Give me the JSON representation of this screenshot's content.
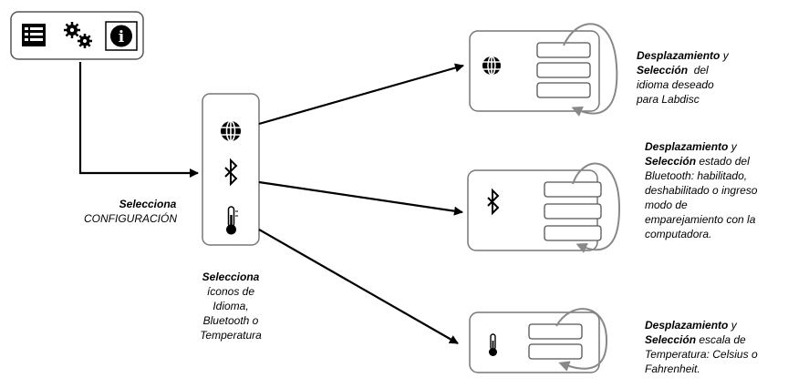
{
  "top_menu": {
    "icons": [
      "menu-list-icon",
      "settings-gears-icon",
      "info-icon"
    ],
    "info_glyph": "i"
  },
  "labels": {
    "select_config": {
      "bold": "Selecciona",
      "text": "CONFIGURACIÓN"
    },
    "select_icons": {
      "bold": "Selecciona",
      "line1": "íconos de",
      "line2": "Idioma,",
      "line3": "Bluetooth o",
      "line4": "Temperatura"
    }
  },
  "options_panel": {
    "icons": [
      "globe-icon",
      "bluetooth-icon",
      "thermometer-icon"
    ]
  },
  "descriptions": {
    "language": {
      "b1": "Desplazamiento",
      "t1": " y",
      "b2": "Selección",
      "t2": "  del",
      "line3": "idioma deseado",
      "line4": "para Labdisc"
    },
    "bluetooth": {
      "b1": "Desplazamiento",
      "t1": " y",
      "b2": "Selección",
      "t2": " estado del",
      "line3": "Bluetooth: habilitado,",
      "line4": "deshabilitado o ingreso",
      "line5": "modo de",
      "line6": "emparejamiento con la",
      "line7": "computadora."
    },
    "temperature": {
      "b1": "Desplazamiento",
      "t1": " y",
      "b2": "Selección",
      "t2": " escala de",
      "line3": "Temperatura: Celsius o",
      "line4": "Fahrenheit."
    }
  },
  "colors": {
    "stroke": "#000000",
    "box_border": "#777777",
    "scroll_arrow": "#888888"
  }
}
